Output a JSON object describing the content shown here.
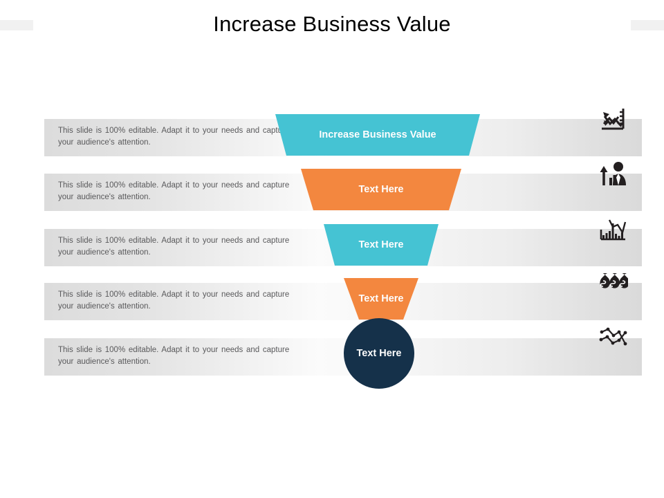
{
  "slide": {
    "title": "Increase Business Value",
    "body_text": "This slide is 100% editable. Adapt it to your needs and capture your audience's attention.",
    "colors": {
      "cyan": "#45c3d3",
      "orange": "#f3873f",
      "navy": "#15314a",
      "bar_gray": "#dcdcdc",
      "text_gray": "#59595b",
      "corner_mark": "#f1f1f1"
    }
  },
  "rows": [
    {
      "description": "This slide is 100% editable. Adapt it to your needs and capture your audience's attention.",
      "stage_label": "Increase Business Value",
      "stage_color": "#45c3d3",
      "icon": "line-chart-arrow-icon"
    },
    {
      "description": "This slide is 100% editable. Adapt it to your needs and capture your audience's attention.",
      "stage_label": "Text Here",
      "stage_color": "#f3873f",
      "icon": "businessman-growth-icon"
    },
    {
      "description": "This slide is 100% editable. Adapt it to your needs and capture your audience's attention.",
      "stage_label": "Text Here",
      "stage_color": "#45c3d3",
      "icon": "bar-chart-decline-icon"
    },
    {
      "description": "This slide is 100% editable. Adapt it to your needs and capture your audience's attention.",
      "stage_label": "Text Here",
      "stage_color": "#f3873f",
      "icon": "money-bags-icon"
    },
    {
      "description": "This slide is 100% editable. Adapt it to your needs and capture your audience's attention.",
      "stage_label": "Text Here",
      "stage_color": "#15314a",
      "icon": "crossing-lines-chart-icon"
    }
  ]
}
